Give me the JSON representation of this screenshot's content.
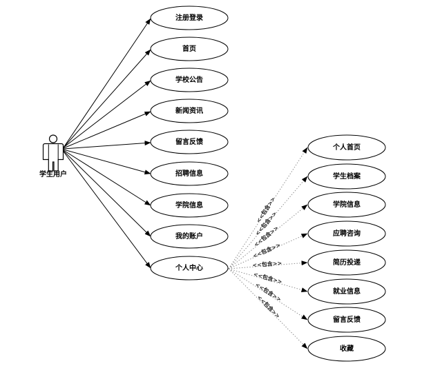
{
  "diagram": {
    "title_hint": "student user use-case diagram",
    "actor": {
      "label": "学生用户"
    },
    "relations": {
      "include_label": "<<包含>>"
    },
    "primary_use_cases": [
      "注册登录",
      "首页",
      "学校公告",
      "新闻资讯",
      "留言反馈",
      "招聘信息",
      "学院信息",
      "我的账户",
      "个人中心"
    ],
    "personal_center_use_cases": [
      "个人首页",
      "学生档案",
      "学院信息",
      "应聘咨询",
      "简历投递",
      "就业信息",
      "留言反馈",
      "收藏"
    ],
    "colors": {
      "line": "#000000",
      "include_line": "#8a8a8a",
      "text": "#000000",
      "background": "#ffffff"
    }
  }
}
